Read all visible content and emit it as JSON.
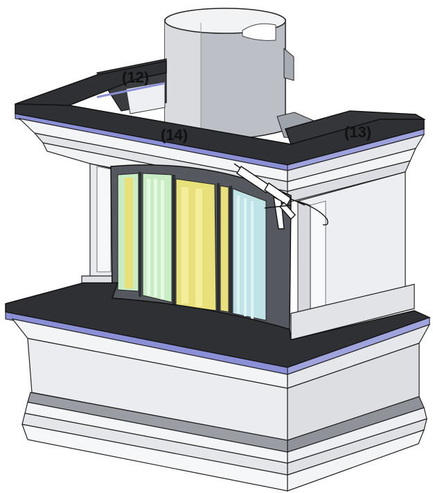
{
  "callouts": {
    "part_12": "(12)",
    "part_14": "(14)",
    "part_13": "(13)"
  },
  "colors": {
    "slab": "#2e3034",
    "slab_edge": "#8a8fd6",
    "body": "#ebecef",
    "body_dark": "#c8cacf",
    "flue": "#b9bcc2",
    "glass_yellow": "#e8e07a",
    "glass_green": "#c8ecc4",
    "glass_blue": "#bfe3e6",
    "frame": "#555a60"
  },
  "icons": [
    "caulking-gun-icon"
  ]
}
